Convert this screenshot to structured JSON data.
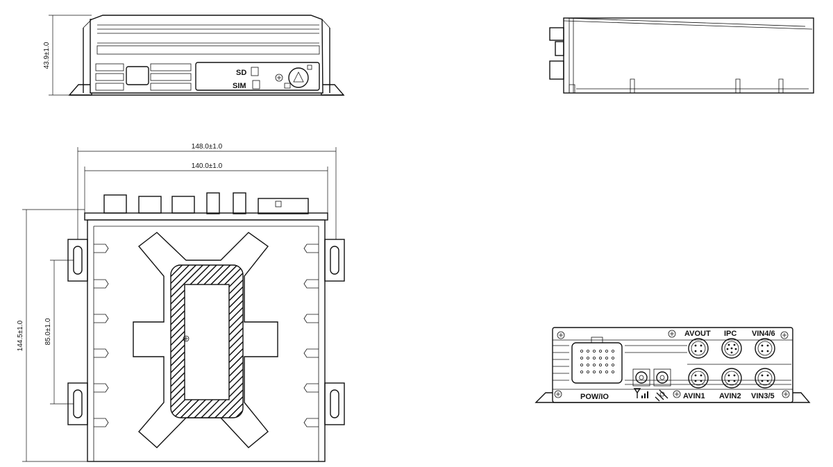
{
  "dimensions": {
    "height_front": "43.9±1.0",
    "outer_width": "148.0±1.0",
    "inner_width": "140.0±1.0",
    "mount_spacing": "85.0±1.0",
    "total_depth": "144.5±1.0"
  },
  "front_panel": {
    "sd_label": "SD",
    "sim_label": "SIM"
  },
  "rear_panel": {
    "avout_label": "AVOUT",
    "ipc_label": "IPC",
    "vin46_label": "VIN4/6",
    "avin1_label": "AVIN1",
    "avin2_label": "AVIN2",
    "vin35_label": "VIN3/5",
    "powio_label": "POW/IO"
  },
  "icons": [
    "signal-bars-icon",
    "gps-satellite-icon",
    "lock-icon",
    "key-icon",
    "screw-icon",
    "port-icon"
  ],
  "colors": {
    "line": "#111111",
    "background": "#ffffff"
  }
}
